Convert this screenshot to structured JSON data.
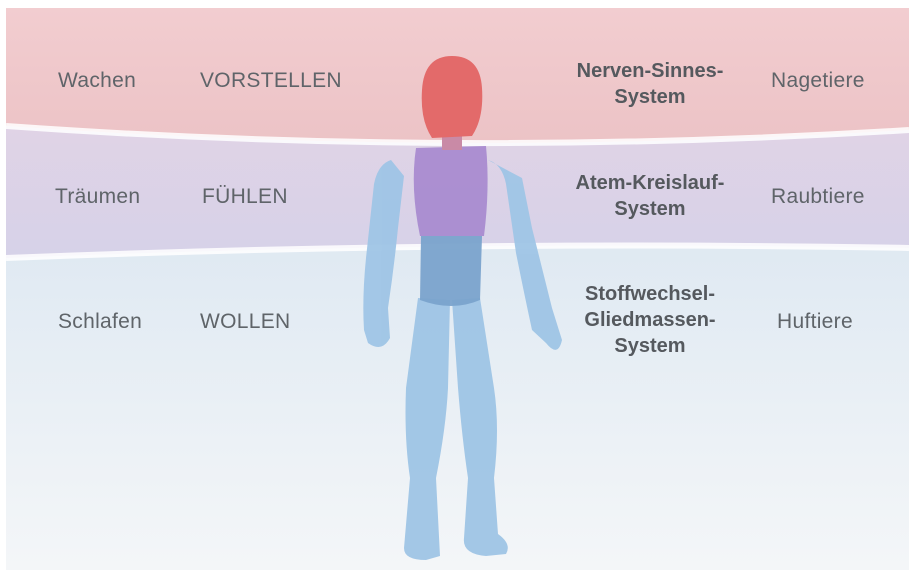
{
  "rows": [
    {
      "state": "Wachen",
      "faculty": "VORSTELLEN",
      "system": [
        "Nerven-Sinnes-",
        "System"
      ],
      "animal": "Nagetiere"
    },
    {
      "state": "Träumen",
      "faculty": "FÜHLEN",
      "system": [
        "Atem-Kreislauf-",
        "System"
      ],
      "animal": "Raubtiere"
    },
    {
      "state": "Schlafen",
      "faculty": "WOLLEN",
      "system": [
        "Stoffwechsel-",
        "Gliedmassen-",
        "System"
      ],
      "animal": "Huftiere"
    }
  ],
  "colors": {
    "top_band": "#eec6c9",
    "middle_band": "#d9d0e6",
    "bottom_band": "#d5e2ee",
    "head": "#e36a6a",
    "torso": "#a98bd0",
    "pelvis": "#6f98c4",
    "limbs": "#9fc5e6",
    "text": "#5f6469"
  }
}
